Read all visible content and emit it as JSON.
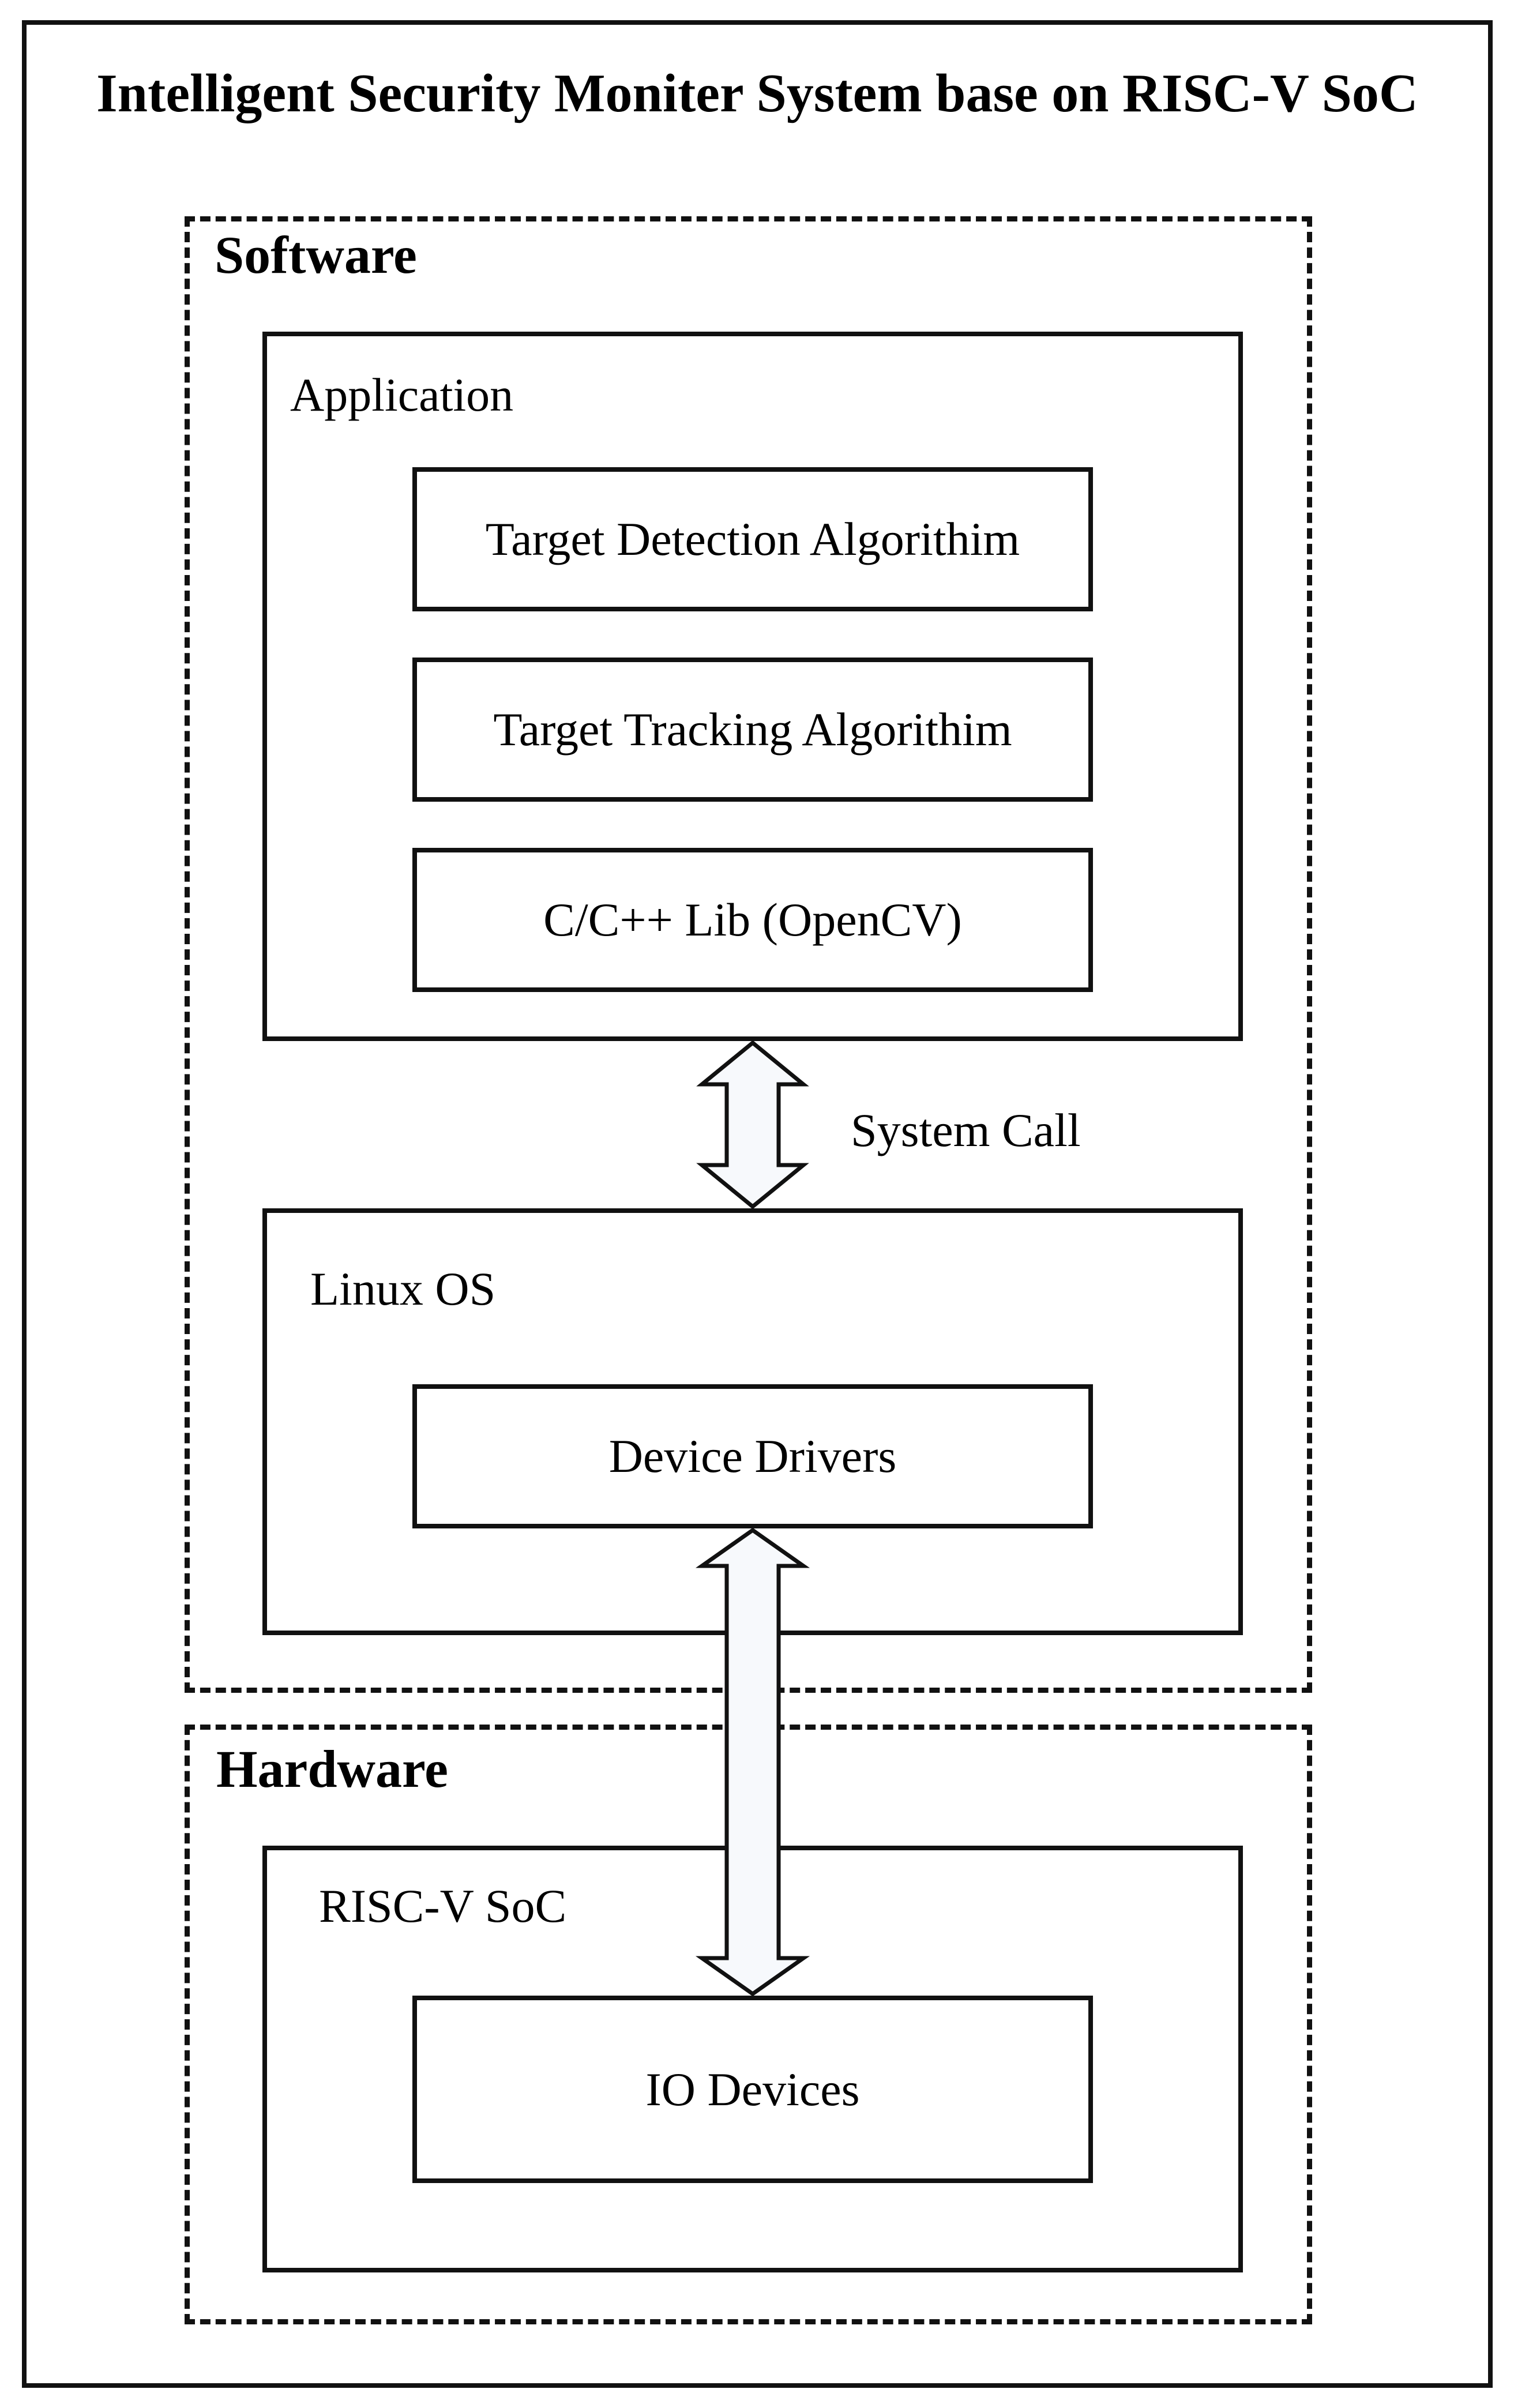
{
  "title": "Intelligent Security Moniter System base on RISC-V SoC",
  "software": {
    "label": "Software",
    "application": {
      "label": "Application",
      "modules": [
        "Target Detection Algorithim",
        "Target Tracking Algorithim",
        "C/C++ Lib (OpenCV)"
      ]
    },
    "system_call_label": "System Call",
    "linux": {
      "label": "Linux OS",
      "device_drivers": "Device Drivers"
    }
  },
  "hardware": {
    "label": "Hardware",
    "soc": {
      "label": "RISC-V SoC",
      "io_devices": "IO Devices"
    }
  },
  "colors": {
    "stroke": "#111111",
    "arrow_fill": "#f7f9fc",
    "background": "#ffffff"
  }
}
